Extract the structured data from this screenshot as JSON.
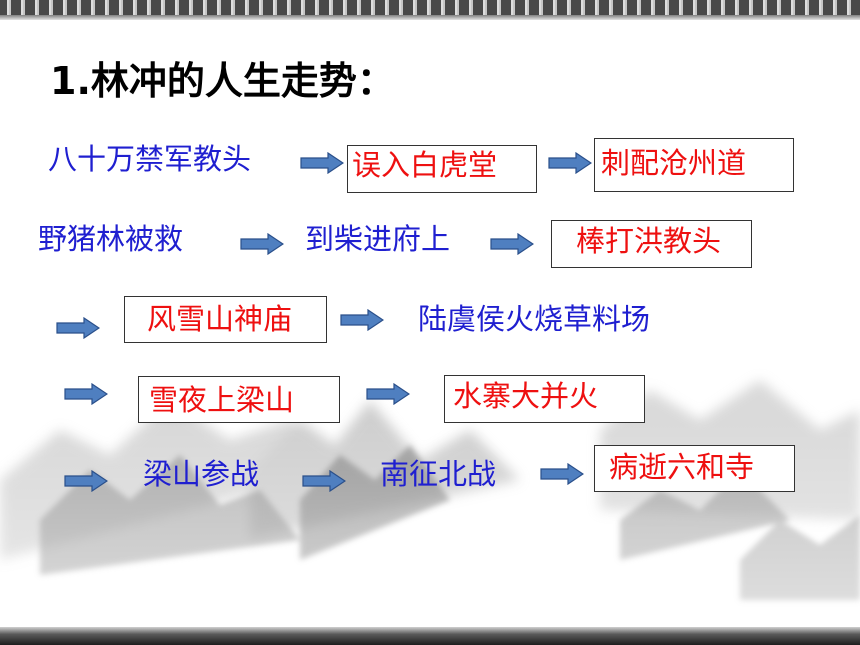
{
  "title": "1.林冲的人生走势：",
  "nodes": {
    "n1": "八十万禁军教头",
    "n2": "误入白虎堂",
    "n3": "刺配沧州道",
    "n4": "野猪林被救",
    "n5": "到柴进府上",
    "n6": "棒打洪教头",
    "n7": "风雪山神庙",
    "n8": "陆虞侯火烧草料场",
    "n9": "雪夜上梁山",
    "n10": "水寨大并火",
    "n11": "梁山参战",
    "n12": "南征北战",
    "n13": "病逝六和寺"
  },
  "colors": {
    "blue_text": "#1f1fd0",
    "red_text": "#ee1010",
    "arrow_fill": "#4f7fc0",
    "arrow_stroke": "#2a4f8a"
  },
  "icons": [
    "right-arrow-icon"
  ]
}
